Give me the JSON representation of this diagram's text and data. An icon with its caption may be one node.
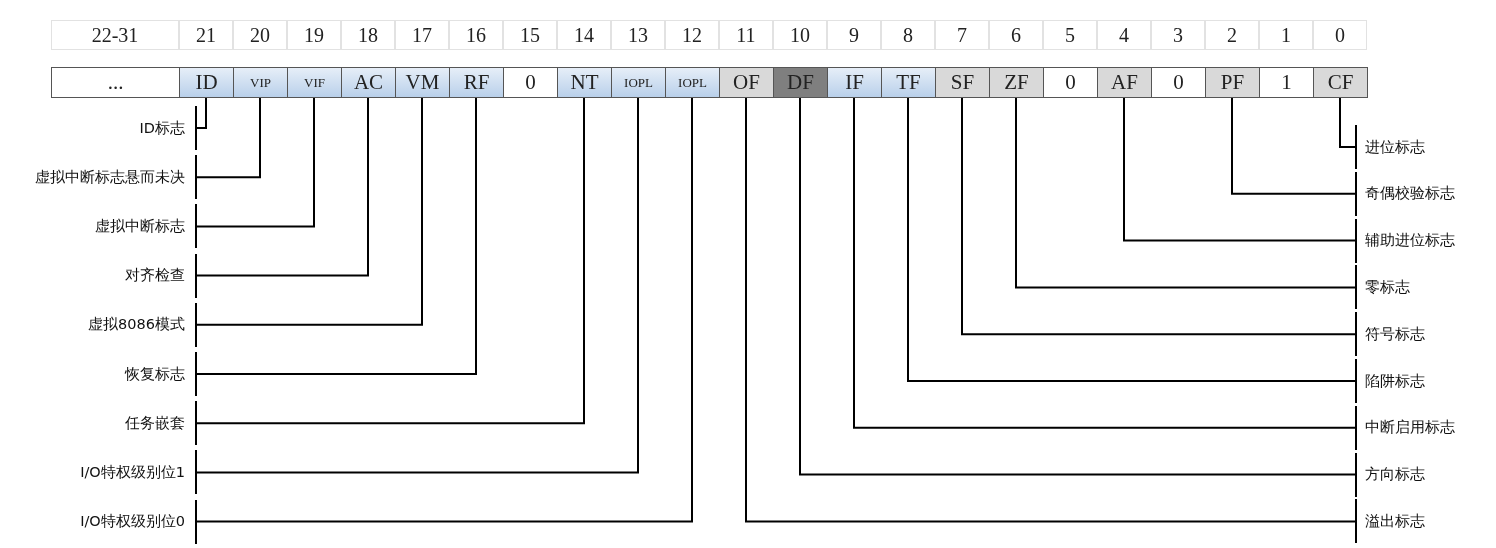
{
  "diagram": {
    "nodes": [
      {
        "text": [
          "..."
        ]
      },
      {
        "text": [
          "ID"
        ]
      },
      {
        "text": [
          "VIP"
        ]
      },
      {
        "text": [
          "VIF"
        ]
      },
      {
        "text": [
          "AC"
        ]
      },
      {
        "text": [
          "VM"
        ]
      },
      {
        "text": [
          "RF"
        ]
      },
      {
        "text": [
          "0"
        ]
      },
      {
        "text": [
          "NT"
        ]
      },
      {
        "text": [
          "IOPL"
        ]
      },
      {
        "text": [
          "IOPL"
        ]
      },
      {
        "text": [
          "OF"
        ]
      },
      {
        "text": [
          "DF"
        ]
      },
      {
        "text": [
          "IF"
        ]
      },
      {
        "text": [
          "TF"
        ]
      },
      {
        "text": [
          "SF"
        ]
      },
      {
        "text": [
          "ZF"
        ]
      },
      {
        "text": [
          "0"
        ]
      },
      {
        "text": [
          "AF"
        ]
      },
      {
        "text": [
          "0"
        ]
      },
      {
        "text": [
          "PF"
        ]
      },
      {
        "text": [
          "1"
        ]
      },
      {
        "text": [
          "CF"
        ]
      },
      {
        "text": [
          "ID标志"
        ]
      },
      {
        "text": [
          "虚拟中断标志悬而未决"
        ]
      },
      {
        "text": [
          "虚拟中断标志"
        ]
      },
      {
        "text": [
          "对齐检查"
        ]
      },
      {
        "text": [
          "虚拟8086模式"
        ]
      },
      {
        "text": [
          "恢复标志"
        ]
      },
      {
        "text": [
          "任务嵌套"
        ]
      },
      {
        "text": [
          "I/O特权级别位1"
        ]
      },
      {
        "text": [
          "I/O特权级别位0"
        ]
      },
      {
        "text": [
          "进位标志"
        ]
      },
      {
        "text": [
          "奇偶校验标志"
        ]
      },
      {
        "text": [
          "辅助进位标志"
        ]
      },
      {
        "text": [
          "零标志"
        ]
      },
      {
        "text": [
          "符号标志"
        ]
      },
      {
        "text": [
          "陷阱标志"
        ]
      },
      {
        "text": [
          "中断启用标志"
        ]
      },
      {
        "text": [
          "方向标志"
        ]
      },
      {
        "text": [
          "溢出标志"
        ]
      }
    ],
    "edges": [
      {
        "from": 1,
        "to": 23,
        "arrow": "none"
      },
      {
        "from": 2,
        "to": 24,
        "arrow": "none"
      },
      {
        "from": 3,
        "to": 25,
        "arrow": "none"
      },
      {
        "from": 4,
        "to": 26,
        "arrow": "none"
      },
      {
        "from": 5,
        "to": 27,
        "arrow": "none"
      },
      {
        "from": 6,
        "to": 28,
        "arrow": "none"
      },
      {
        "from": 8,
        "to": 29,
        "arrow": "none"
      },
      {
        "from": 9,
        "to": 30,
        "arrow": "none"
      },
      {
        "from": 10,
        "to": 31,
        "arrow": "none"
      },
      {
        "from": 22,
        "to": 32,
        "arrow": "none"
      },
      {
        "from": 20,
        "to": 33,
        "arrow": "none"
      },
      {
        "from": 18,
        "to": 34,
        "arrow": "none"
      },
      {
        "from": 16,
        "to": 35,
        "arrow": "none"
      },
      {
        "from": 15,
        "to": 36,
        "arrow": "none"
      },
      {
        "from": 14,
        "to": 37,
        "arrow": "none"
      },
      {
        "from": 13,
        "to": 38,
        "arrow": "none"
      },
      {
        "from": 12,
        "to": 39,
        "arrow": "none"
      },
      {
        "from": 11,
        "to": 40,
        "arrow": "none"
      }
    ],
    "labels": [
      "22-31",
      "21",
      "20",
      "19",
      "18",
      "17",
      "16",
      "15",
      "14",
      "13",
      "12",
      "11",
      "10",
      "9",
      "8",
      "7",
      "6",
      "5",
      "4",
      "3",
      "2",
      "1",
      "0"
    ]
  }
}
